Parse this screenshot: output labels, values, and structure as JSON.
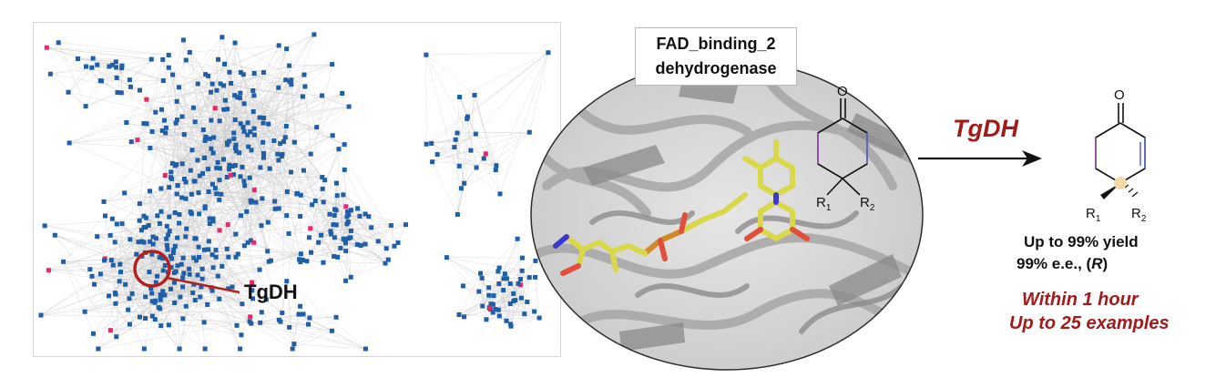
{
  "network": {
    "highlight_label": "TgDH",
    "colors": {
      "node": "#1f5fa8",
      "highlight": "#e8286a",
      "edge": "#c9c9c9",
      "circle": "#b3201f"
    }
  },
  "structure": {
    "domain_label_line1": "FAD_binding_2",
    "domain_label_line2": "dehydrogenase",
    "ligand_color": "#d8d84a"
  },
  "substrate": {
    "carbonyl_atom": "O",
    "r1": "R",
    "r1_sub": "1",
    "r2": "R",
    "r2_sub": "2"
  },
  "reaction": {
    "enzyme": "TgDH",
    "arrow_color": "#111111"
  },
  "product": {
    "carbonyl_atom": "O",
    "r1": "R",
    "r1_sub": "1",
    "r2": "R",
    "r2_sub": "2",
    "yield_text": "Up to 99% yield",
    "ee_prefix": "99% e.e., (",
    "ee_config": "R",
    "ee_suffix": ")",
    "time_text": "Within 1 hour",
    "examples_text": "Up to 25 examples"
  }
}
